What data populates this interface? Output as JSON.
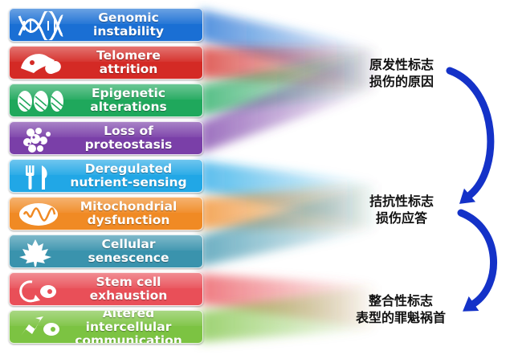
{
  "hallmarks": [
    {
      "label": "Genomic\ninstability",
      "color": "#1a6fd4",
      "icon": "dna-icon"
    },
    {
      "label": "Telomere\nattrition",
      "color": "#d42a25",
      "icon": "telomere-icon"
    },
    {
      "label": "Epigenetic\nalterations",
      "color": "#1fa85c",
      "icon": "chromatin-icon"
    },
    {
      "label": "Loss of\nproteostasis",
      "color": "#7a3fa8",
      "icon": "protein-icon"
    },
    {
      "label": "Deregulated\nnutrient-sensing",
      "color": "#21a7e6",
      "icon": "fork-knife-icon"
    },
    {
      "label": "Mitochondrial\ndysfunction",
      "color": "#f08a24",
      "icon": "mitochondrion-icon"
    },
    {
      "label": "Cellular\nsenescence",
      "color": "#3a93ad",
      "icon": "maple-leaf-icon"
    },
    {
      "label": "Stem cell\nexhaustion",
      "color": "#e94f58",
      "icon": "stem-cell-icon"
    },
    {
      "label": "Altered intercellular\ncommunication",
      "color": "#7cc342",
      "icon": "cell-communication-icon"
    }
  ],
  "categories": [
    {
      "line1": "原发性标志",
      "line2": "损伤的原因"
    },
    {
      "line1": "拮抗性标志",
      "line2": "损伤应答"
    },
    {
      "line1": "整合性标志",
      "line2": "表型的罪魁祸首"
    }
  ],
  "colors": {
    "arrow": "#1432c8"
  }
}
